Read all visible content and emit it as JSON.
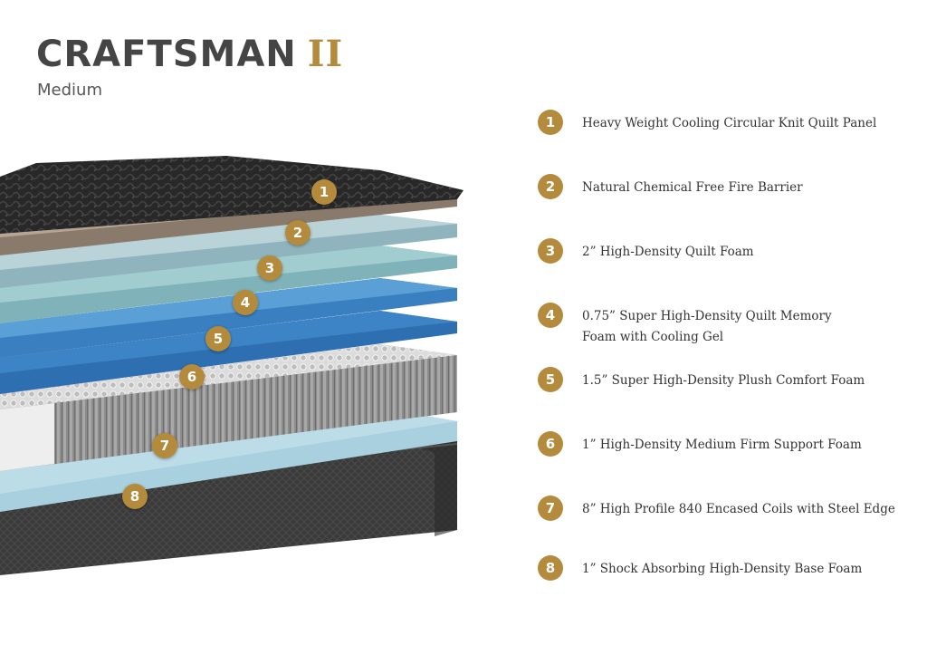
{
  "header": {
    "title": "CRAFTSMAN",
    "title_roman": "II",
    "subtitle": "Medium"
  },
  "layers": [
    {
      "num": "1",
      "label": "Heavy Weight Cooling Circular Knit Quilt Panel"
    },
    {
      "num": "2",
      "label": "Natural Chemical Free Fire Barrier"
    },
    {
      "num": "3",
      "label": "2” High-Density Quilt Foam"
    },
    {
      "num": "4",
      "label": "0.75” Super High-Density Quilt Memory Foam with Cooling Gel"
    },
    {
      "num": "5",
      "label": "1.5” Super High-Density Plush Comfort Foam"
    },
    {
      "num": "6",
      "label": "1” High-Density Medium Firm Support Foam"
    },
    {
      "num": "7",
      "label": "8” High Profile 840 Encased Coils with Steel Edge"
    },
    {
      "num": "8",
      "label": "1” Shock Absorbing High-Density Base Foam"
    }
  ],
  "colors": {
    "accent": "#b48a3c",
    "title": "#454545"
  }
}
